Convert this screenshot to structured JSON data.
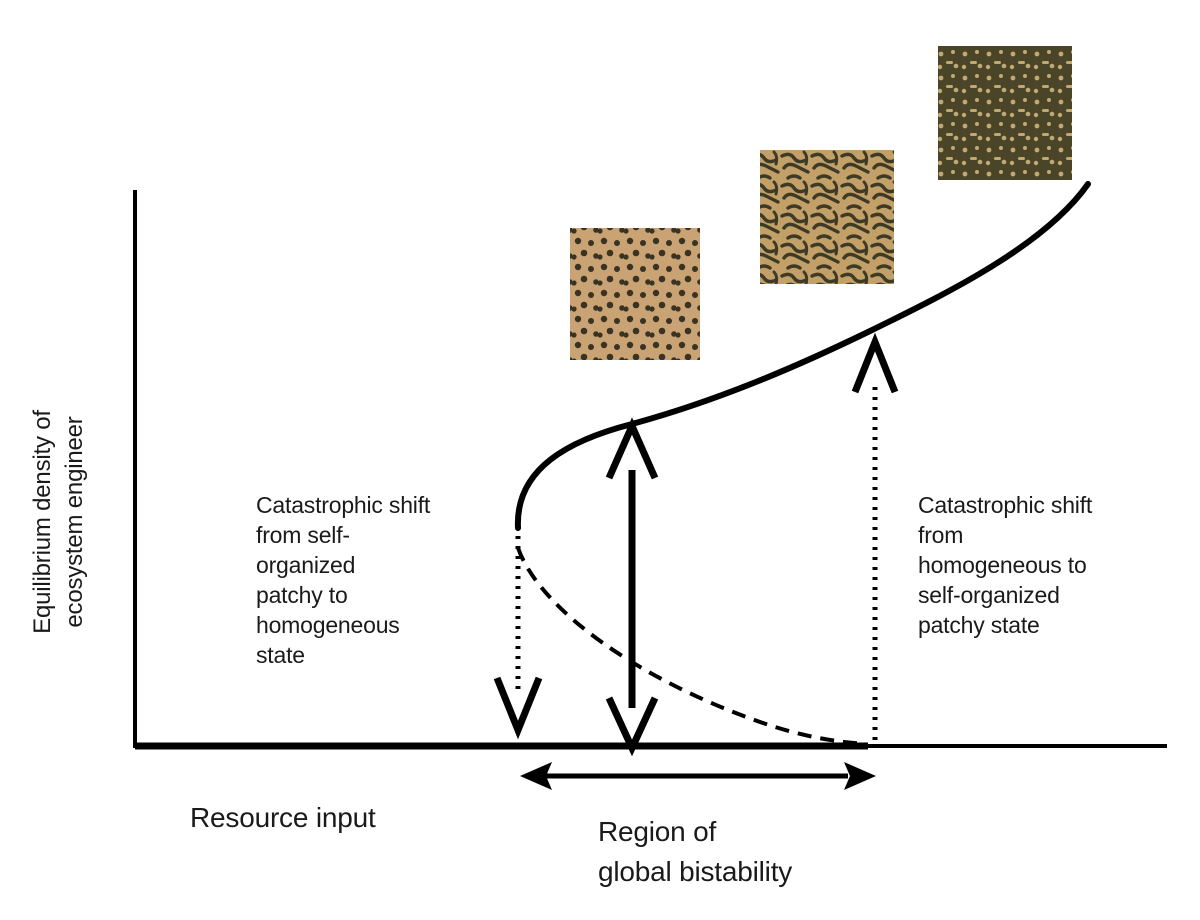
{
  "diagram": {
    "y_axis_label": "Equilibrium density of\necosystem engineer",
    "x_axis_label": "Resource input",
    "bistability_label": "Region of\nglobal bistability",
    "shift_to_homogeneous_label": "Catastrophic shift\nfrom self-\norganized\npatchy to\nhomogeneous\nstate",
    "shift_to_patchy_label": "Catastrophic shift\nfrom\nhomogeneous to\nself-organized\npatchy state"
  },
  "pattern_insets": [
    {
      "name": "spots-pattern",
      "background": "#c9a373",
      "feature": "#3a3222"
    },
    {
      "name": "labyrinth-pattern",
      "background": "#c3a068",
      "feature": "#3d3a26"
    },
    {
      "name": "gaps-pattern",
      "background": "#4a4528",
      "feature": "#c2a971"
    }
  ],
  "colors": {
    "line": "#000000",
    "text": "#1a1a1a"
  }
}
